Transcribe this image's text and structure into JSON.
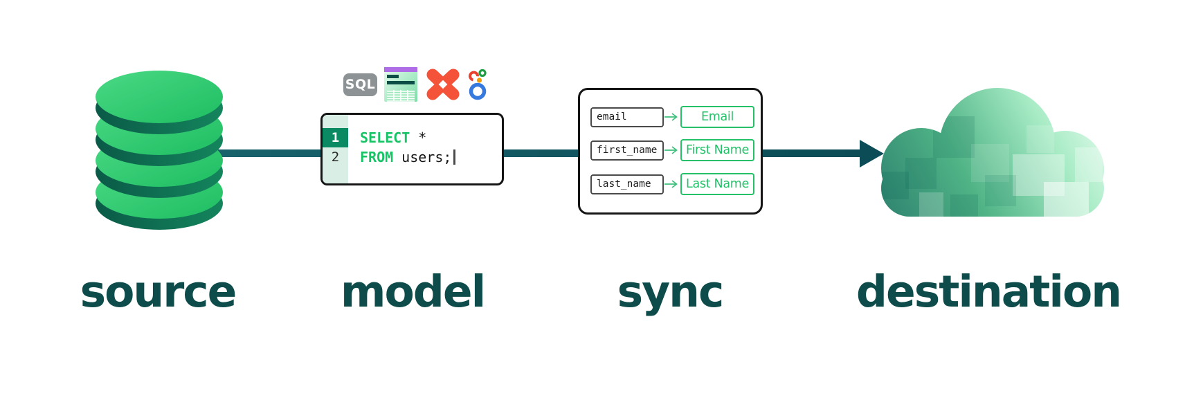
{
  "labels": {
    "source": "source",
    "model": "model",
    "sync": "sync",
    "destination": "destination"
  },
  "model": {
    "sql_badge": "SQL",
    "toolbar_icons": [
      "sql-badge",
      "spreadsheet-table-icon",
      "dbt-icon",
      "looker-icon"
    ],
    "code": {
      "lines": [
        {
          "num": "1",
          "keyword": "SELECT",
          "text": "*"
        },
        {
          "num": "2",
          "keyword": "FROM",
          "text": "users;"
        }
      ]
    }
  },
  "sync": {
    "mappings": [
      {
        "field": "email",
        "mapped": "Email"
      },
      {
        "field": "first_name",
        "mapped": "First Name"
      },
      {
        "field": "last_name",
        "mapped": "Last Name"
      }
    ]
  },
  "colors": {
    "accent_green": "#29c96f",
    "deep_teal_text": "#0d4c4b",
    "flow_arrow": "#0b4c56",
    "keyword_green": "#17c465",
    "mapping_green": "#25c169",
    "dbt_orange": "#f4533a",
    "spreadsheet_purple": "#ae6ce6",
    "sql_badge_gray": "#8d9394",
    "looker_blue": "#367ae0",
    "db_disk_top": "#2fca70",
    "db_disk_side": "#0c5c48"
  }
}
